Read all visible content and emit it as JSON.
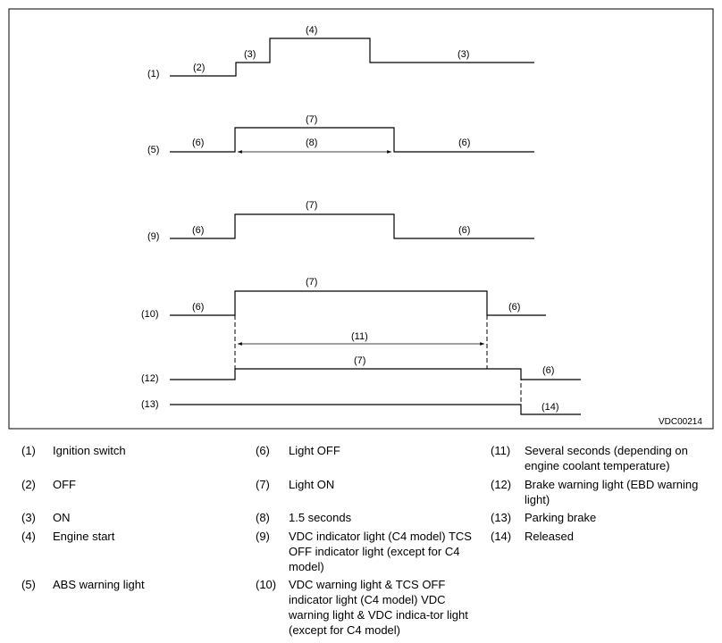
{
  "figure_id": "VDC00214",
  "signals": [
    {
      "id": "1",
      "label": "(1)"
    },
    {
      "id": "5",
      "label": "(5)"
    },
    {
      "id": "9",
      "label": "(9)"
    },
    {
      "id": "10",
      "label": "(10)"
    },
    {
      "id": "12",
      "label": "(12)"
    },
    {
      "id": "13",
      "label": "(13)"
    }
  ],
  "waveform_labels": {
    "ign_off": "(2)",
    "ign_on_1": "(3)",
    "ign_start": "(4)",
    "ign_on_2": "(3)",
    "abs_off_1": "(6)",
    "abs_on": "(7)",
    "abs_duration": "(8)",
    "abs_off_2": "(6)",
    "vdc_ind_off_1": "(6)",
    "vdc_ind_on": "(7)",
    "vdc_ind_off_2": "(6)",
    "vdc_warn_off_1": "(6)",
    "vdc_warn_on": "(7)",
    "vdc_warn_off_2": "(6)",
    "several_seconds": "(11)",
    "brake_on": "(7)",
    "brake_off": "(6)",
    "parking_released": "(14)"
  },
  "legend": [
    {
      "num": "(1)",
      "text": "Ignition switch"
    },
    {
      "num": "(2)",
      "text": "OFF"
    },
    {
      "num": "(3)",
      "text": "ON"
    },
    {
      "num": "(4)",
      "text": "Engine start"
    },
    {
      "num": "(5)",
      "text": "ABS warning light"
    },
    {
      "num": "(6)",
      "text": "Light OFF"
    },
    {
      "num": "(7)",
      "text": "Light ON"
    },
    {
      "num": "(8)",
      "text": "1.5 seconds"
    },
    {
      "num": "(9)",
      "text": "VDC indicator light (C4 model) TCS OFF indicator light (except for C4 model)"
    },
    {
      "num": "(10)",
      "text": "VDC warning light & TCS OFF indicator light (C4 model) VDC warning light & VDC indica-tor light (except for C4 model)"
    },
    {
      "num": "(11)",
      "text": "Several seconds (depending on engine coolant temperature)"
    },
    {
      "num": "(12)",
      "text": "Brake warning light (EBD warning light)"
    },
    {
      "num": "(13)",
      "text": "Parking brake"
    },
    {
      "num": "(14)",
      "text": "Released"
    }
  ]
}
